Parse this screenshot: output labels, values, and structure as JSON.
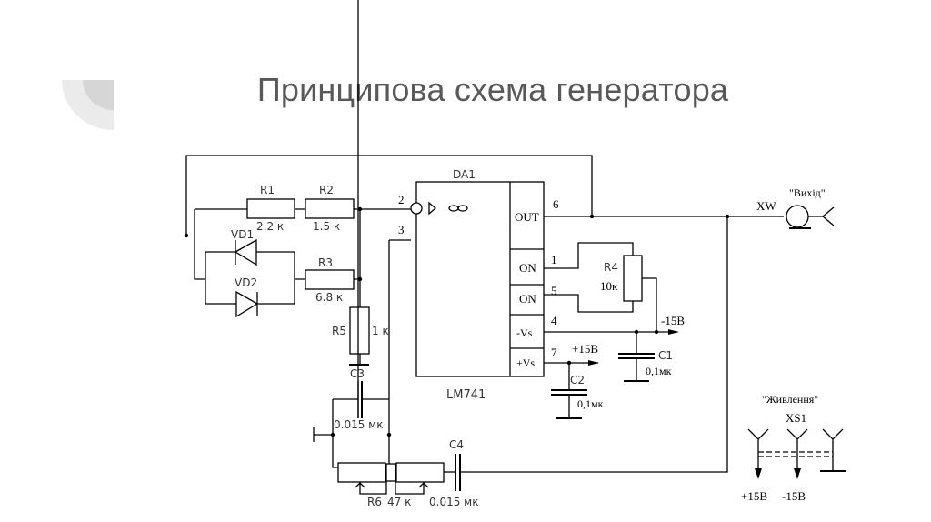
{
  "slide": {
    "title": "Принципова схема генератора"
  },
  "schematic": {
    "opamp": {
      "ref": "DA1",
      "part": "LM741",
      "symbol": "∞",
      "pins": [
        {
          "num": "2",
          "name": ""
        },
        {
          "num": "3",
          "name": ""
        },
        {
          "num": "6",
          "name": "OUT"
        },
        {
          "num": "1",
          "name": "ON"
        },
        {
          "num": "5",
          "name": "ON"
        },
        {
          "num": "4",
          "name": "-Vs"
        },
        {
          "num": "7",
          "name": "+Vs"
        }
      ]
    },
    "resistors": [
      {
        "ref": "R1",
        "value": "2.2 к"
      },
      {
        "ref": "R2",
        "value": "1.5 к"
      },
      {
        "ref": "R3",
        "value": "6.8 к"
      },
      {
        "ref": "R4",
        "value": "10к"
      },
      {
        "ref": "R5",
        "value": "1 к"
      },
      {
        "ref": "R6",
        "value": "47 к"
      }
    ],
    "capacitors": [
      {
        "ref": "C1",
        "value": "0,1мк"
      },
      {
        "ref": "C2",
        "value": "0,1мк"
      },
      {
        "ref": "C3",
        "value": "0.015 мк"
      },
      {
        "ref": "C4",
        "value": "0.015 мк"
      }
    ],
    "diodes": [
      {
        "ref": "VD1"
      },
      {
        "ref": "VD2"
      }
    ],
    "rails": {
      "neg": "-15В",
      "pos": "+15В"
    },
    "output": {
      "ref": "XW",
      "label": "\"Вихід\""
    },
    "power": {
      "ref": "XS1",
      "label": "\"Живлення\"",
      "pins": [
        "+15В",
        "-15В"
      ]
    }
  }
}
